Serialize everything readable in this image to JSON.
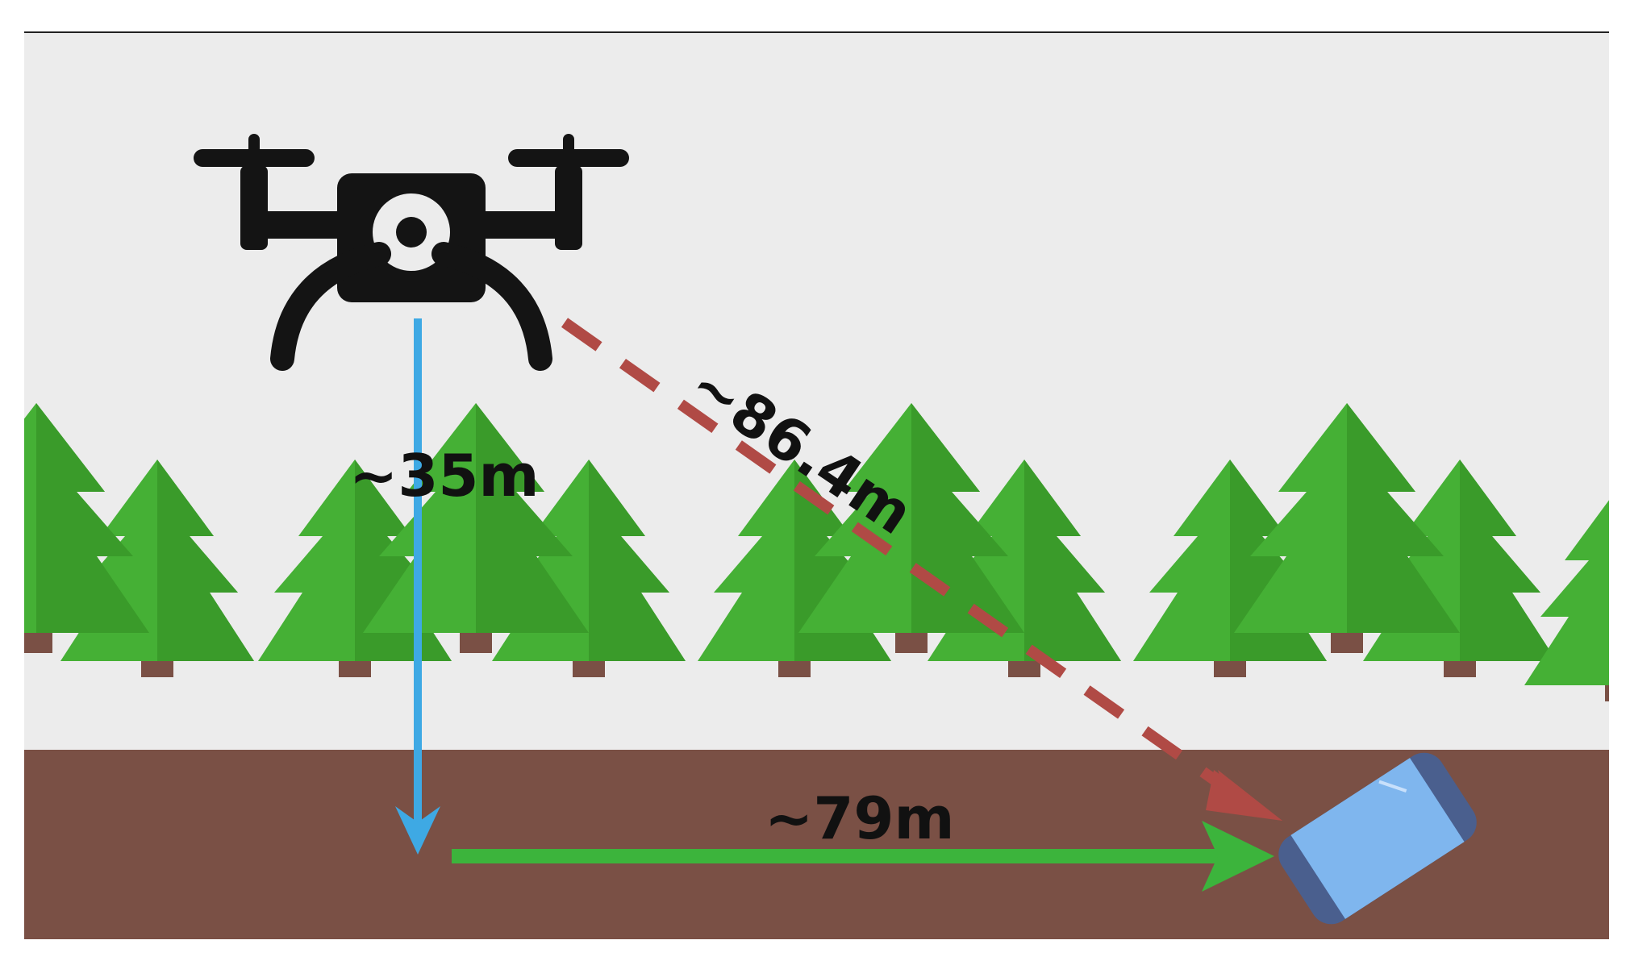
{
  "labels": {
    "vertical_distance": "~35m",
    "horizontal_distance": "~79m",
    "diagonal_distance": "~86.4m"
  },
  "colors": {
    "sky": "#ececec",
    "ground": "#7a5045",
    "trunk": "#7a5045",
    "tree_light": "#45b035",
    "tree_dark": "#3a9b2a",
    "drone": "#141414",
    "vertical_arrow": "#3ea9e4",
    "horizontal_arrow": "#3cb43c",
    "diagonal_arrow": "#b04a45",
    "phone_body": "#7fb6ee",
    "phone_edge": "#4a5f8e"
  },
  "icons": {
    "drone": "drone-icon",
    "phone": "smartphone-icon",
    "trees": "pine-tree-icon"
  }
}
